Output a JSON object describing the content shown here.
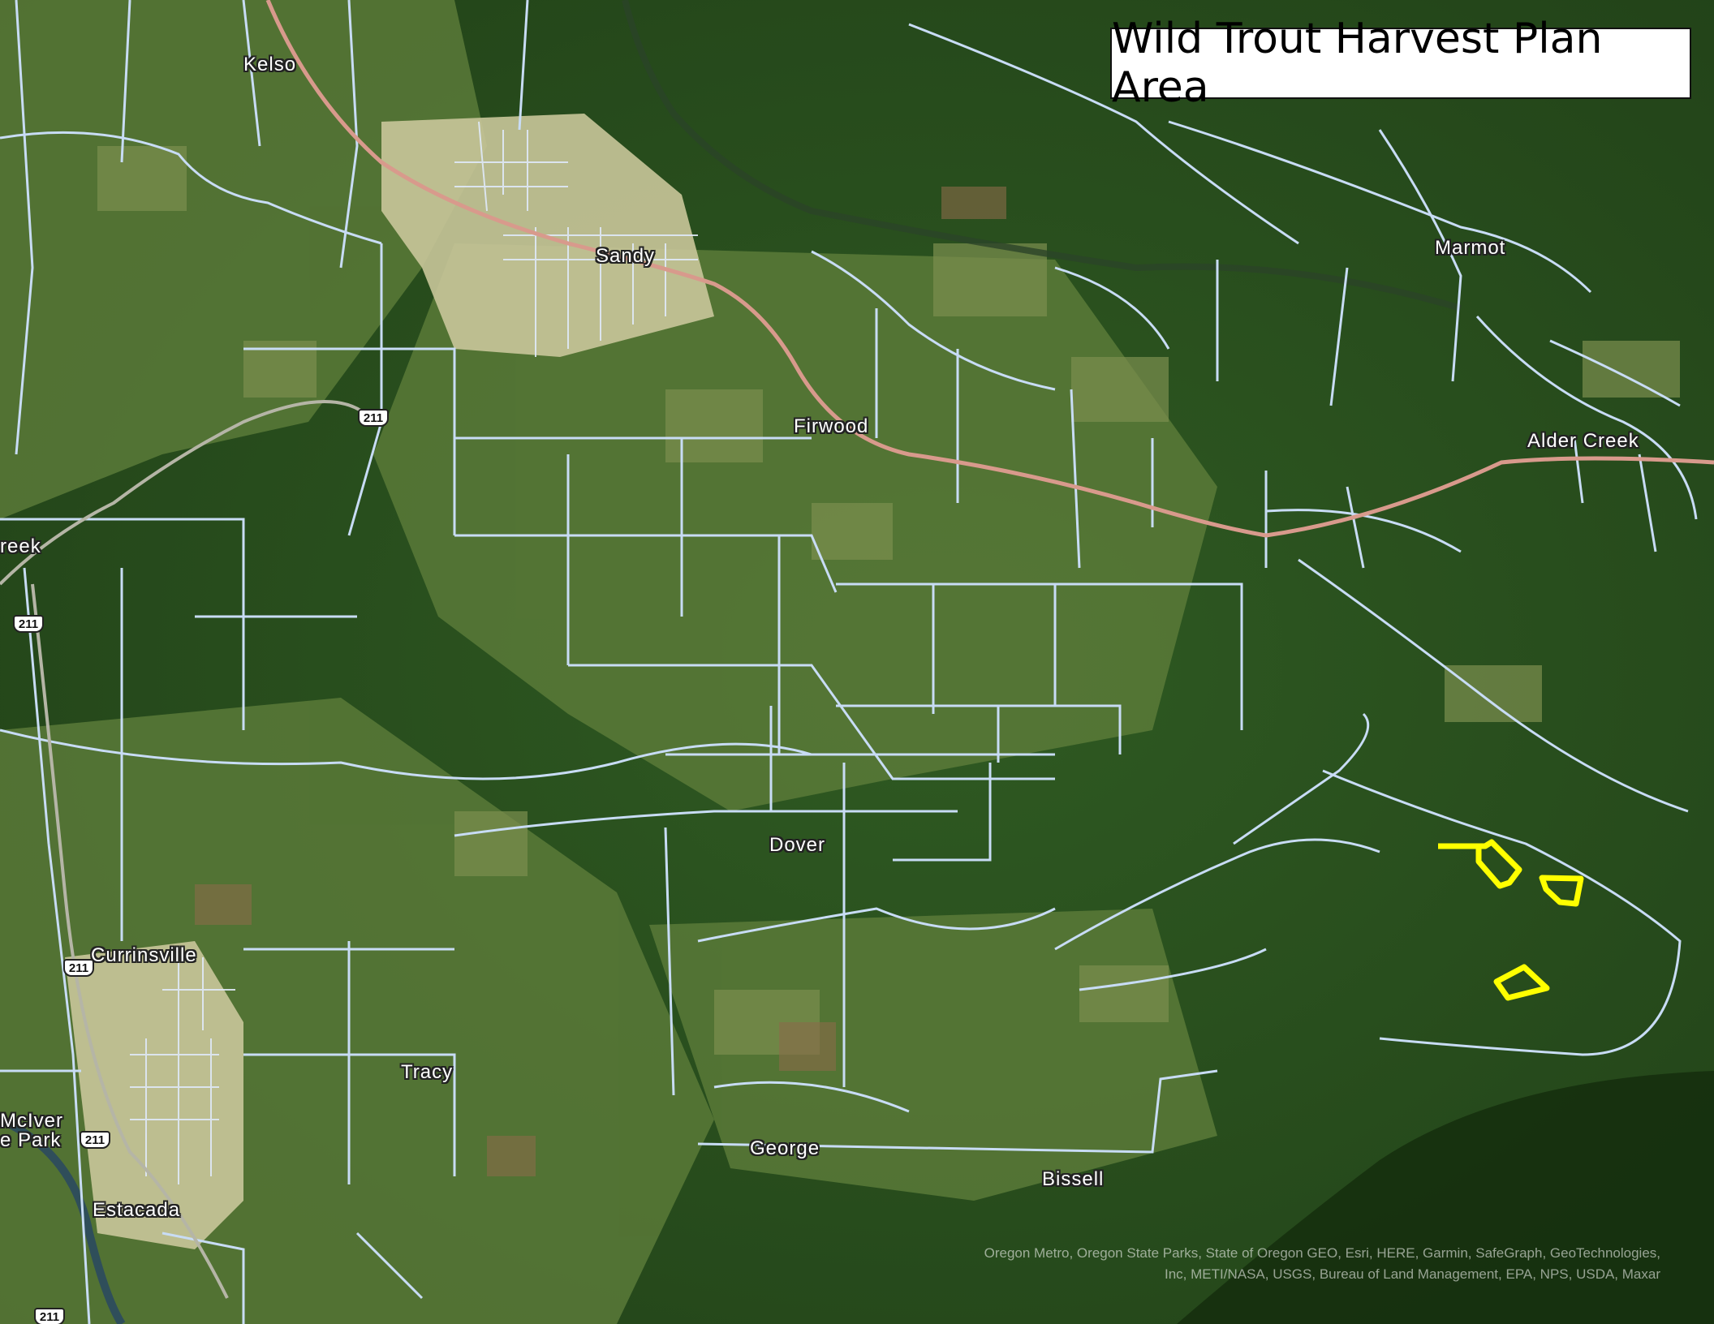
{
  "map": {
    "title": "Wild Trout Harvest Plan Area",
    "places": [
      {
        "name": "Kelso",
        "key": "kelso"
      },
      {
        "name": "Sandy",
        "key": "sandy"
      },
      {
        "name": "Marmot",
        "key": "marmot"
      },
      {
        "name": "Firwood",
        "key": "firwood"
      },
      {
        "name": "Alder Creek",
        "key": "alder-creek"
      },
      {
        "name": "reek",
        "key": "reek"
      },
      {
        "name": "Dover",
        "key": "dover"
      },
      {
        "name": "Currinsville",
        "key": "currinsville"
      },
      {
        "name": "Tracy",
        "key": "tracy"
      },
      {
        "name": "McIver",
        "key": "mciver"
      },
      {
        "name": "e Park",
        "key": "e-park"
      },
      {
        "name": "George",
        "key": "george"
      },
      {
        "name": "Bissell",
        "key": "bissell"
      },
      {
        "name": "Estacada",
        "key": "estacada"
      }
    ],
    "route_shield_label": "211",
    "attribution_line1": "Oregon Metro, Oregon State Parks, State of Oregon GEO, Esri, HERE, Garmin, SafeGraph, GeoTechnologies,",
    "attribution_line2": "Inc, METI/NASA, USGS, Bureau of Land Management, EPA, NPS, USDA, Maxar",
    "colors": {
      "roads": "#c8dcf5",
      "highway": "#d89a8c",
      "harvest_units": "#ffff00",
      "forest": "#2d5221",
      "farmland": "#5d7a3a",
      "urban": "#c9c79a"
    },
    "harvest_unit_count": 3
  }
}
